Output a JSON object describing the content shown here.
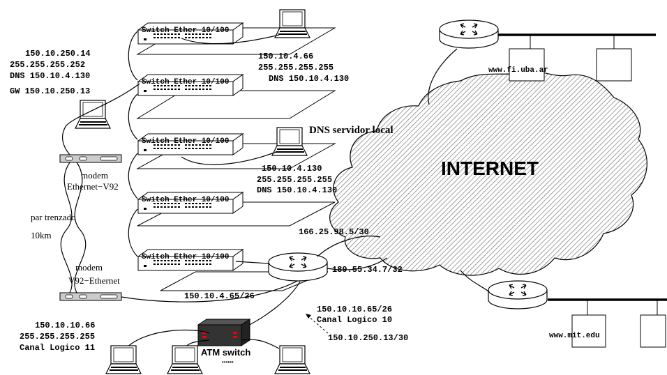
{
  "switch_label": "Switch Ether 10/100",
  "dialup_host": {
    "ip": "150.10.250.14",
    "mask": "255.255.255.252",
    "dns": "DNS 150.10.4.130",
    "gw": "GW 150.10.250.13"
  },
  "host_top": {
    "ip": "150.10.4.66",
    "mask": "255.255.255.255",
    "dns": "DNS 150.10.4.130"
  },
  "dns_server": {
    "title": "DNS servidor local",
    "ip": "150.10.4.130",
    "mask": "255.255.255.255",
    "dns": "DNS 150.10.4.130"
  },
  "modem_top": {
    "line1": "modem",
    "line2": "Ethernet−V92"
  },
  "twisted_pair": {
    "label": "par trenzado",
    "distance": "10km"
  },
  "modem_bottom": {
    "line1": "modem",
    "line2": "V92−Ethernet"
  },
  "router_links": {
    "wan1": "166.25.98.5/30",
    "wan2": "189.55.34.7/32",
    "lan": "150.10.4.65/26",
    "atm_ip": "150.10.10.65/26",
    "atm_channel": "Canal Logico 10",
    "ppp": "150.10.250.13/30"
  },
  "atm_host": {
    "ip": "150.10.10.66",
    "mask": "255.255.255.255",
    "channel": "Canal Logico 11"
  },
  "atm_switch": {
    "label": "ATM switch",
    "dots": "••••••"
  },
  "internet_label": "INTERNET",
  "site_fiuba": "www.fi.uba.ar",
  "site_mit": "www.mit.edu"
}
